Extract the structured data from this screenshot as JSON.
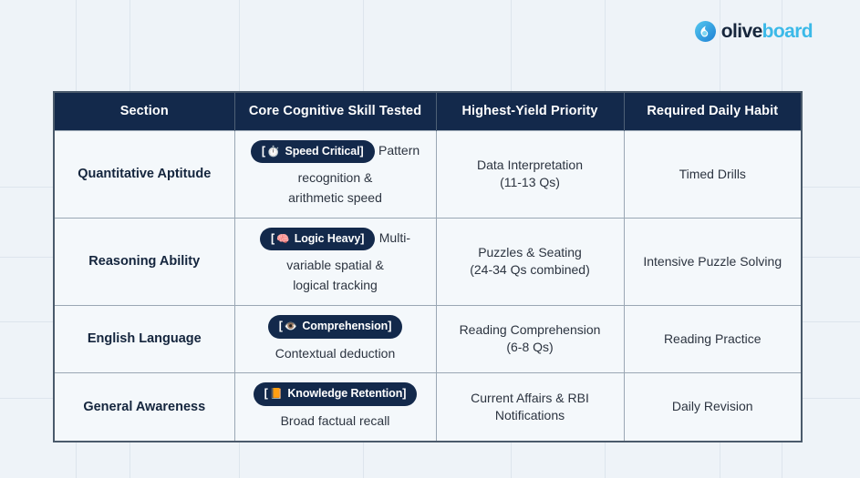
{
  "brand": {
    "logo_icon": "oliveboard-droplet-icon",
    "name_part1": "olive",
    "name_part2": "board",
    "color_dark": "#16263c",
    "color_accent": "#3bb9e8"
  },
  "table": {
    "header_bg": "#13294b",
    "body_bg": "#f4f8fb",
    "border_color": "#4a5a6b",
    "headers": [
      "Section",
      "Core Cognitive Skill Tested",
      "Highest-Yield Priority",
      "Required Daily Habit"
    ],
    "rows": [
      {
        "section": "Quantitative Aptitude",
        "badge_open": "[",
        "badge_emoji": "⏱️",
        "badge_label": "Speed Critical",
        "badge_close": "]",
        "skill_desc_line1": "Pattern recognition &",
        "skill_desc_line2": "arithmetic speed",
        "priority_line1": "Data Interpretation",
        "priority_line2": "(11-13 Qs)",
        "habit": "Timed Drills"
      },
      {
        "section": "Reasoning Ability",
        "badge_open": "[",
        "badge_emoji": "🧠",
        "badge_label": "Logic Heavy",
        "badge_close": "]",
        "skill_desc_line1": "Multi-variable spatial &",
        "skill_desc_line2": "logical tracking",
        "priority_line1": "Puzzles & Seating",
        "priority_line2": "(24-34 Qs combined)",
        "habit": "Intensive Puzzle Solving"
      },
      {
        "section": "English Language",
        "badge_open": "[",
        "badge_emoji": "👁️",
        "badge_label": "Comprehension",
        "badge_close": "]",
        "skill_desc_line1": "Contextual deduction",
        "skill_desc_line2": "",
        "priority_line1": "Reading Comprehension",
        "priority_line2": "(6-8 Qs)",
        "habit": "Reading Practice"
      },
      {
        "section": "General Awareness",
        "badge_open": "[",
        "badge_emoji": "📙",
        "badge_label": "Knowledge Retention",
        "badge_close": "]",
        "skill_desc_line1": "Broad factual recall",
        "skill_desc_line2": "",
        "priority_line1": "Current Affairs & RBI",
        "priority_line2": "Notifications",
        "habit": "Daily Revision"
      }
    ]
  }
}
